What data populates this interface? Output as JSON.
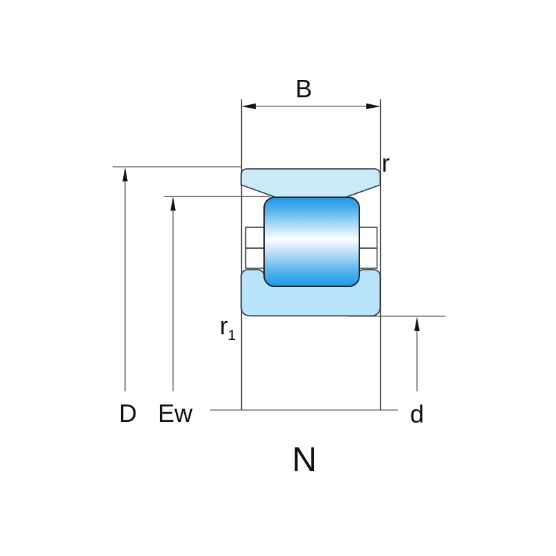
{
  "diagram": {
    "type_label": "N",
    "labels": {
      "width": "B",
      "outer_diameter": "D",
      "raceway_diameter": "Ew",
      "bore_diameter": "d",
      "outer_chamfer": "r",
      "inner_chamfer_base": "r",
      "inner_chamfer_sub": "1"
    },
    "colors": {
      "outer_ring_fill": "#cbe9f8",
      "inner_ring_fill": "#b9e4f9",
      "roller_edge_blue": "#2196e4",
      "roller_mid_blue": "#4aadec",
      "roller_highlight": "#ffffff"
    }
  }
}
